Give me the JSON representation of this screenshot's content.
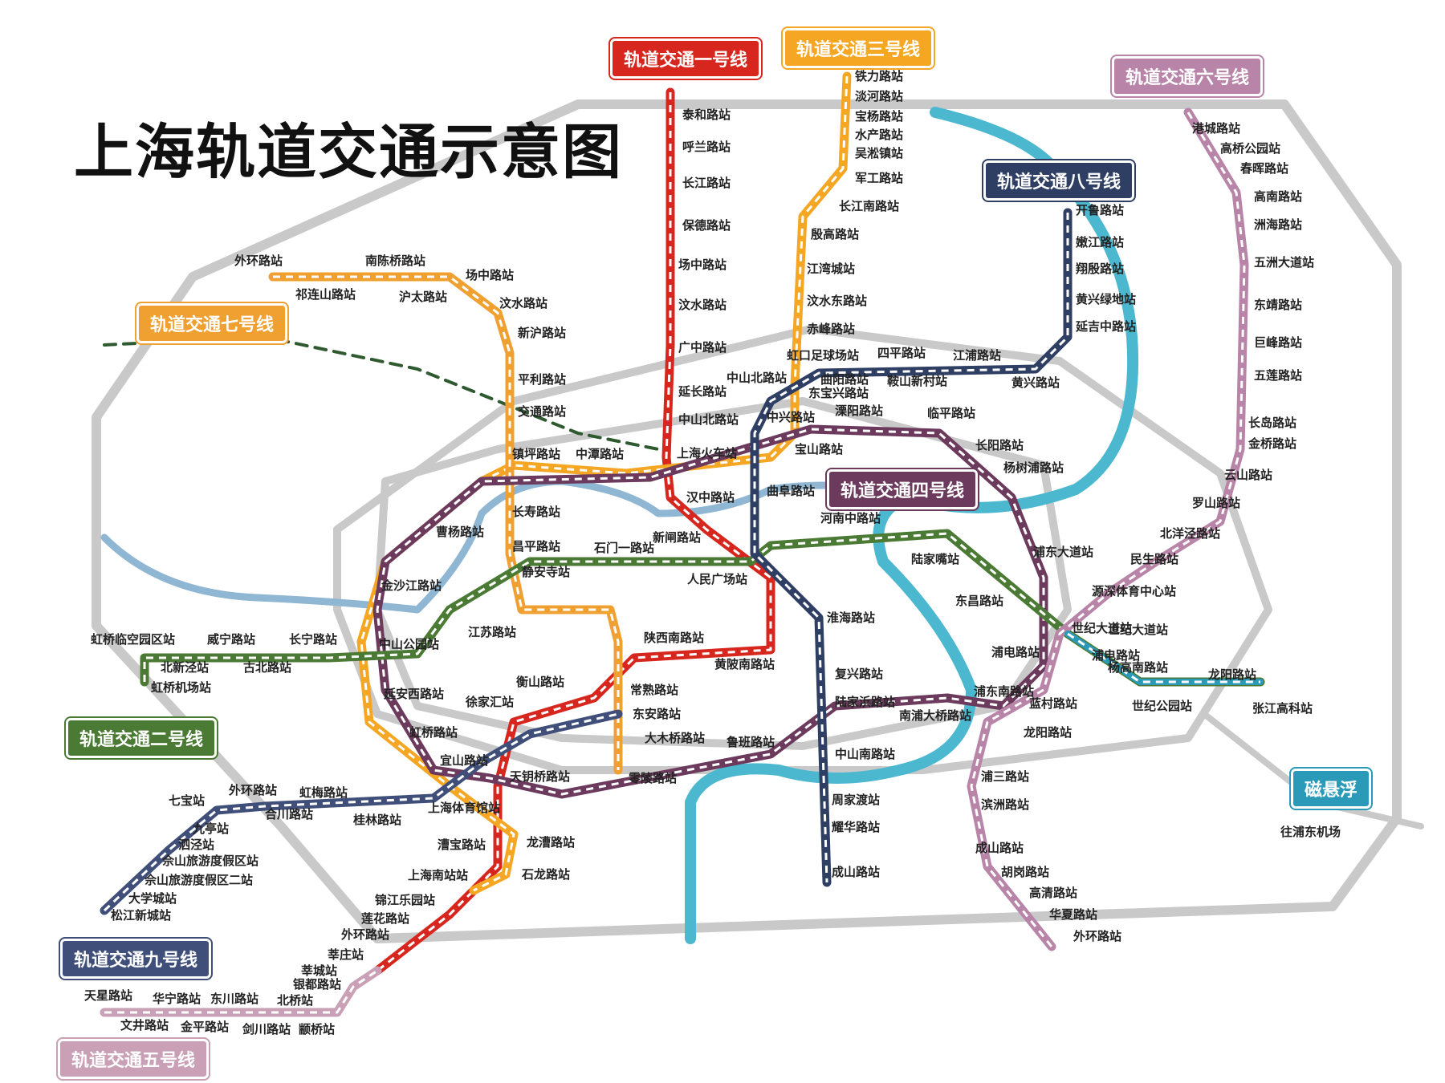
{
  "title": "上海轨道交通示意图",
  "colors": {
    "ring": "#c9c9c9",
    "river": "#4bb8d0",
    "creek": "#8fb6d2",
    "line1": "#d7261e",
    "line2": "#4a7a34",
    "line3": "#f5a623",
    "line4": "#6b3a5c",
    "line5": "#c9a0b5",
    "line6": "#b884a8",
    "line7": "#f0a030",
    "line8": "#2f3f63",
    "line9": "#3f4f7a",
    "maglev": "#2a9ab8",
    "line2_ext": "#2f5a2f"
  },
  "line_labels": {
    "line1": "轨道交通一号线",
    "line2": "轨道交通二号线",
    "line3": "轨道交通三号线",
    "line4": "轨道交通四号线",
    "line5": "轨道交通五号线",
    "line6": "轨道交通六号线",
    "line7": "轨道交通七号线",
    "line8": "轨道交通八号线",
    "line9": "轨道交通九号线",
    "maglev": "磁悬浮"
  },
  "stations": [
    {
      "id": "s1",
      "name": "铁力路站"
    },
    {
      "id": "s2",
      "name": "淡河路站"
    },
    {
      "id": "s3",
      "name": "宝杨路站"
    },
    {
      "id": "s4",
      "name": "水产路站"
    },
    {
      "id": "s5",
      "name": "吴淞镇站"
    },
    {
      "id": "s6",
      "name": "军工路站"
    },
    {
      "id": "s7",
      "name": "长江南路站"
    },
    {
      "id": "s8",
      "name": "殷高路站"
    },
    {
      "id": "s9",
      "name": "江湾城站"
    },
    {
      "id": "s10",
      "name": "汶水东路站"
    },
    {
      "id": "s11",
      "name": "赤峰路站"
    },
    {
      "id": "s12",
      "name": "虹口足球场站"
    },
    {
      "id": "s13",
      "name": "泰和路站"
    },
    {
      "id": "s14",
      "name": "呼兰路站"
    },
    {
      "id": "s15",
      "name": "长江路站"
    },
    {
      "id": "s16",
      "name": "保德路站"
    },
    {
      "id": "s17",
      "name": "场中路站"
    },
    {
      "id": "s18",
      "name": "汶水路站"
    },
    {
      "id": "s19",
      "name": "广中路站"
    },
    {
      "id": "s20",
      "name": "延长路站"
    },
    {
      "id": "s21",
      "name": "中山北路站"
    },
    {
      "id": "s22",
      "name": "上海火车站"
    },
    {
      "id": "s23",
      "name": "汉中路站"
    },
    {
      "id": "s24",
      "name": "新闸路站"
    },
    {
      "id": "s25",
      "name": "人民广场站"
    },
    {
      "id": "s26",
      "name": "陕西南路站"
    },
    {
      "id": "s27",
      "name": "黄陂南路站"
    },
    {
      "id": "s28",
      "name": "常熟路站"
    },
    {
      "id": "s29",
      "name": "衡山路站"
    },
    {
      "id": "s30",
      "name": "徐家汇站"
    },
    {
      "id": "s31",
      "name": "上海体育馆站"
    },
    {
      "id": "s32",
      "name": "漕宝路站"
    },
    {
      "id": "s33",
      "name": "上海南站站"
    },
    {
      "id": "s34",
      "name": "锦江乐园站"
    },
    {
      "id": "s35",
      "name": "莲花路站"
    },
    {
      "id": "s36",
      "name": "外环路站"
    },
    {
      "id": "s37",
      "name": "莘庄站"
    },
    {
      "id": "s38",
      "name": "外环路站"
    },
    {
      "id": "s39",
      "name": "南陈桥路站"
    },
    {
      "id": "s40",
      "name": "祁连山路站"
    },
    {
      "id": "s41",
      "name": "沪太路站"
    },
    {
      "id": "s42",
      "name": "场中路站"
    },
    {
      "id": "s43",
      "name": "汶水路站"
    },
    {
      "id": "s44",
      "name": "新沪路站"
    },
    {
      "id": "s45",
      "name": "平利路站"
    },
    {
      "id": "s46",
      "name": "交通路站"
    },
    {
      "id": "s47",
      "name": "镇坪路站"
    },
    {
      "id": "s48",
      "name": "中潭路站"
    },
    {
      "id": "s49",
      "name": "长寿路站"
    },
    {
      "id": "s50",
      "name": "昌平路站"
    },
    {
      "id": "s51",
      "name": "静安寺站"
    },
    {
      "id": "s52",
      "name": "石门一路站"
    },
    {
      "id": "s53",
      "name": "曹杨路站"
    },
    {
      "id": "s54",
      "name": "金沙江路站"
    },
    {
      "id": "s55",
      "name": "中山公园站"
    },
    {
      "id": "s56",
      "name": "江苏路站"
    },
    {
      "id": "s57",
      "name": "延安西路站"
    },
    {
      "id": "s58",
      "name": "虹桥路站"
    },
    {
      "id": "s59",
      "name": "宜山路站"
    },
    {
      "id": "s60",
      "name": "天钥桥路站"
    },
    {
      "id": "s61",
      "name": "零陵路站"
    },
    {
      "id": "s62",
      "name": "大木桥路站"
    },
    {
      "id": "s63",
      "name": "东安路站"
    },
    {
      "id": "s64",
      "name": "鲁班路站"
    },
    {
      "id": "s65",
      "name": "龙漕路站"
    },
    {
      "id": "s66",
      "name": "石龙路站"
    },
    {
      "id": "s67",
      "name": "虹桥临空园区站"
    },
    {
      "id": "s68",
      "name": "威宁路站"
    },
    {
      "id": "s69",
      "name": "长宁路站"
    },
    {
      "id": "s70",
      "name": "北新泾站"
    },
    {
      "id": "s71",
      "name": "古北路站"
    },
    {
      "id": "s72",
      "name": "虹桥机场站"
    },
    {
      "id": "s73",
      "name": "河南中路站"
    },
    {
      "id": "s74",
      "name": "陆家嘴站"
    },
    {
      "id": "s75",
      "name": "东昌路站"
    },
    {
      "id": "s76",
      "name": "浦电路站"
    },
    {
      "id": "s77",
      "name": "世纪大道站"
    },
    {
      "id": "s78",
      "name": "杨高南路站"
    },
    {
      "id": "s79",
      "name": "世纪公园站"
    },
    {
      "id": "s80",
      "name": "龙阳路站"
    },
    {
      "id": "s81",
      "name": "张江高科站"
    },
    {
      "id": "s82",
      "name": "开鲁路站"
    },
    {
      "id": "s83",
      "name": "嫩江路站"
    },
    {
      "id": "s84",
      "name": "翔殷路站"
    },
    {
      "id": "s85",
      "name": "黄兴绿地站"
    },
    {
      "id": "s86",
      "name": "延吉中路站"
    },
    {
      "id": "s87",
      "name": "四平路站"
    },
    {
      "id": "s88",
      "name": "江浦路站"
    },
    {
      "id": "s89",
      "name": "黄兴路站"
    },
    {
      "id": "s90",
      "name": "鞍山新村站"
    },
    {
      "id": "s91",
      "name": "曲阳路站"
    },
    {
      "id": "s92",
      "name": "东宝兴路站"
    },
    {
      "id": "s93",
      "name": "中山北路站"
    },
    {
      "id": "s94",
      "name": "中兴路站"
    },
    {
      "id": "s95",
      "name": "曲阜路站"
    },
    {
      "id": "s96",
      "name": "淮海路站"
    },
    {
      "id": "s97",
      "name": "复兴路站"
    },
    {
      "id": "s98",
      "name": "陆家浜路站"
    },
    {
      "id": "s99",
      "name": "中山南路站"
    },
    {
      "id": "s100",
      "name": "周家渡站"
    },
    {
      "id": "s101",
      "name": "耀华路站"
    },
    {
      "id": "s102",
      "name": "成山路站"
    },
    {
      "id": "s103",
      "name": "溧阳路站"
    },
    {
      "id": "s104",
      "name": "临平路站"
    },
    {
      "id": "s105",
      "name": "宝山路站"
    },
    {
      "id": "s106",
      "name": "长阳路站"
    },
    {
      "id": "s107",
      "name": "杨树浦路站"
    },
    {
      "id": "s108",
      "name": "浦东大道站"
    },
    {
      "id": "s109",
      "name": "南浦大桥路站"
    },
    {
      "id": "s110",
      "name": "浦东南路站"
    },
    {
      "id": "s111",
      "name": "蓝村路站"
    },
    {
      "id": "s112",
      "name": "港城路站"
    },
    {
      "id": "s113",
      "name": "高桥公园站"
    },
    {
      "id": "s114",
      "name": "春晖路站"
    },
    {
      "id": "s115",
      "name": "高南路站"
    },
    {
      "id": "s116",
      "name": "洲海路站"
    },
    {
      "id": "s117",
      "name": "五洲大道站"
    },
    {
      "id": "s118",
      "name": "东靖路站"
    },
    {
      "id": "s119",
      "name": "巨峰路站"
    },
    {
      "id": "s120",
      "name": "五莲路站"
    },
    {
      "id": "s121",
      "name": "长岛路站"
    },
    {
      "id": "s122",
      "name": "金桥路站"
    },
    {
      "id": "s123",
      "name": "云山路站"
    },
    {
      "id": "s124",
      "name": "罗山路站"
    },
    {
      "id": "s125",
      "name": "北洋泾路站"
    },
    {
      "id": "s126",
      "name": "民生路站"
    },
    {
      "id": "s127",
      "name": "源深体育中心站"
    },
    {
      "id": "s128",
      "name": "世纪大道站"
    },
    {
      "id": "s129",
      "name": "浦电路站"
    },
    {
      "id": "s130",
      "name": "龙阳路站"
    },
    {
      "id": "s131",
      "name": "浦三路站"
    },
    {
      "id": "s132",
      "name": "滨洲路站"
    },
    {
      "id": "s133",
      "name": "成山路站"
    },
    {
      "id": "s134",
      "name": "胡岗路站"
    },
    {
      "id": "s135",
      "name": "高清路站"
    },
    {
      "id": "s136",
      "name": "华夏路站"
    },
    {
      "id": "s137",
      "name": "外环路站"
    },
    {
      "id": "s138",
      "name": "往浦东机场"
    },
    {
      "id": "s139",
      "name": "七宝站"
    },
    {
      "id": "s140",
      "name": "外环路站"
    },
    {
      "id": "s141",
      "name": "虹梅路站"
    },
    {
      "id": "s142",
      "name": "合川路站"
    },
    {
      "id": "s143",
      "name": "桂林路站"
    },
    {
      "id": "s144",
      "name": "九亭站"
    },
    {
      "id": "s145",
      "name": "泗泾站"
    },
    {
      "id": "s146",
      "name": "佘山旅游度假区站"
    },
    {
      "id": "s147",
      "name": "佘山旅游度假区二站"
    },
    {
      "id": "s148",
      "name": "大学城站"
    },
    {
      "id": "s149",
      "name": "松江新城站"
    },
    {
      "id": "s150",
      "name": "莘城站"
    },
    {
      "id": "s151",
      "name": "银都路站"
    },
    {
      "id": "s152",
      "name": "北桥站"
    },
    {
      "id": "s153",
      "name": "天星路站"
    },
    {
      "id": "s154",
      "name": "华宁路站"
    },
    {
      "id": "s155",
      "name": "东川路站"
    },
    {
      "id": "s156",
      "name": "文井路站"
    },
    {
      "id": "s157",
      "name": "金平路站"
    },
    {
      "id": "s158",
      "name": "剑川路站"
    },
    {
      "id": "s159",
      "name": "颛桥站"
    }
  ]
}
